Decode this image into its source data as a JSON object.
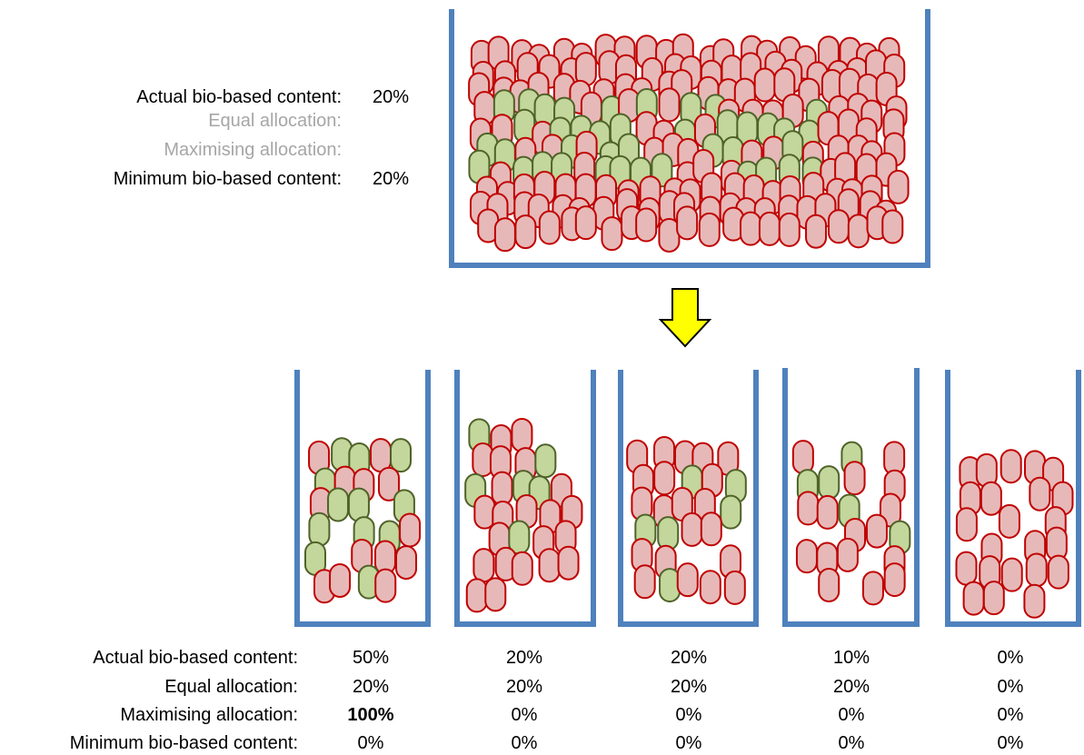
{
  "colors": {
    "container": "#4f81bd",
    "bio_fill": "#c3d69b",
    "bio_stroke": "#4f6228",
    "fossil_fill": "#e6b9b8",
    "fossil_stroke": "#c00000",
    "arrow_fill": "#ffff00",
    "arrow_stroke": "#000000",
    "muted_text": "#a6a6a6"
  },
  "source_container": {
    "labels": {
      "actual": "Actual bio-based content:",
      "equal": "Equal allocation:",
      "maximising": "Maximising allocation:",
      "minimum": "Minimum bio-based content:"
    },
    "values": {
      "actual": "20%",
      "minimum": "20%"
    }
  },
  "row_labels": {
    "actual": "Actual bio-based content:",
    "equal": "Equal allocation:",
    "maximising": "Maximising allocation:",
    "minimum": "Minimum bio-based content:"
  },
  "products": [
    {
      "actual": "50%",
      "equal": "20%",
      "maximising": "100%",
      "minimum": "0%"
    },
    {
      "actual": "20%",
      "equal": "20%",
      "maximising": "0%",
      "minimum": "0%"
    },
    {
      "actual": "20%",
      "equal": "20%",
      "maximising": "0%",
      "minimum": "0%"
    },
    {
      "actual": "10%",
      "equal": "20%",
      "maximising": "0%",
      "minimum": "0%"
    },
    {
      "actual": "0%",
      "equal": "0%",
      "maximising": "0%",
      "minimum": "0%"
    }
  ]
}
